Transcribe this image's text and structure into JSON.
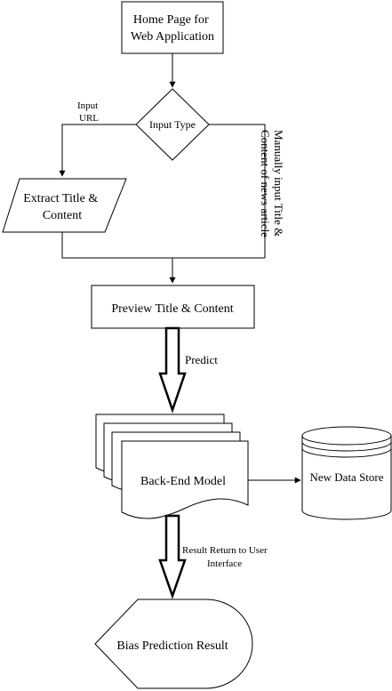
{
  "nodes": {
    "home": {
      "lines": [
        "Home Page for",
        "Web Application"
      ]
    },
    "input_type": {
      "label": "Input Type"
    },
    "extract": {
      "lines": [
        "Extract Title &",
        "Content"
      ]
    },
    "preview": {
      "label": "Preview Title & Content"
    },
    "backend": {
      "label": "Back-End Model"
    },
    "datastore": {
      "label": "New Data Store"
    },
    "result": {
      "label": "Bias Prediction Result"
    }
  },
  "edges": {
    "input_url": {
      "lines": [
        "Input",
        "URL"
      ]
    },
    "manual": {
      "lines": [
        "Manually input Title &",
        "Content of news article"
      ]
    },
    "predict": {
      "label": "Predict"
    },
    "result_return": {
      "lines": [
        "Result Return to User",
        "Interface"
      ]
    }
  }
}
